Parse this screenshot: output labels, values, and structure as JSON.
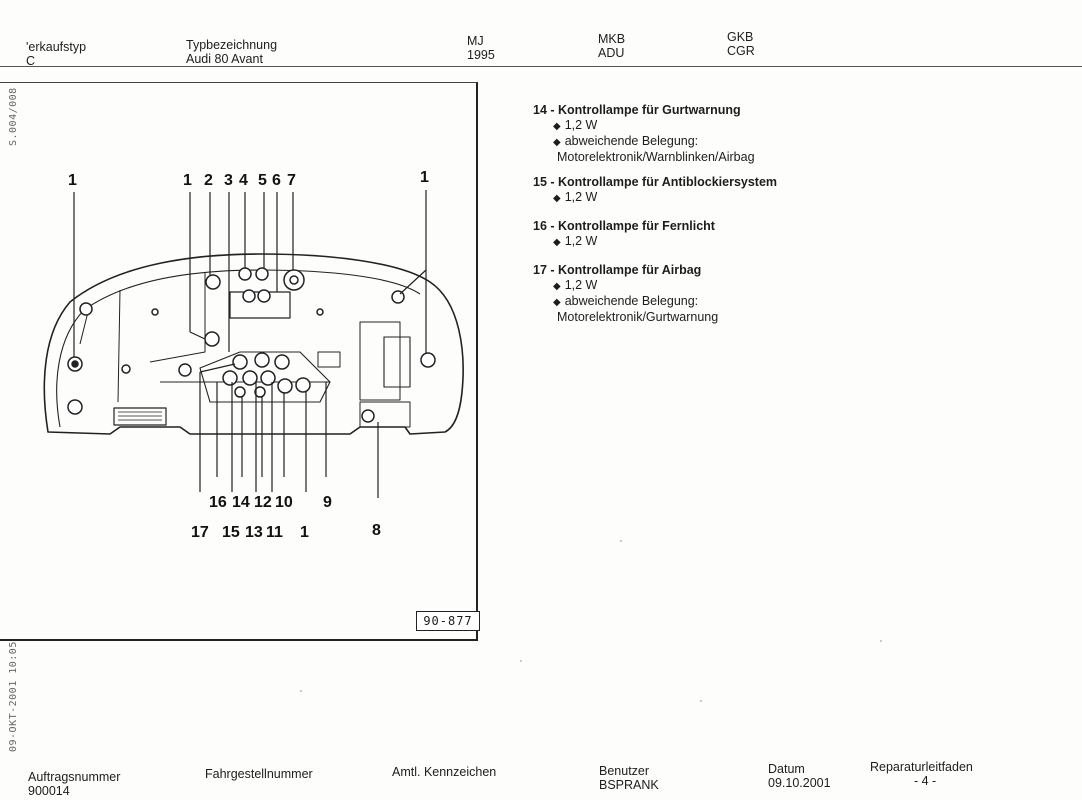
{
  "header": {
    "col1": {
      "label": "'erkaufstyp",
      "value": "C"
    },
    "col2": {
      "label": "Typbezeichnung",
      "value": "Audi 80 Avant"
    },
    "col3": {
      "label": "MJ",
      "value": "1995"
    },
    "col4": {
      "label": "MKB",
      "value": "ADU"
    },
    "col5": {
      "label": "GKB",
      "value": "CGR"
    }
  },
  "side_text": {
    "top": "S.004/008",
    "bottom": "09-OKT-2001 10:05"
  },
  "figure": {
    "code": "90-877",
    "numbers_top": [
      "1",
      "1",
      "2",
      "3",
      "4",
      "5",
      "6",
      "7",
      "1"
    ],
    "numbers_bottom_row1": [
      "16",
      "14",
      "12",
      "10",
      "9"
    ],
    "numbers_bottom_row2": [
      "17",
      "15",
      "13",
      "11",
      "1",
      "8"
    ]
  },
  "entries": [
    {
      "title": "14 - Kontrollampe für Gurtwarnung",
      "bullets": [
        "1,2 W",
        "abweichende Belegung:"
      ],
      "continuation": "Motorelektronik/Warnblinken/Airbag"
    },
    {
      "title": "15 - Kontrollampe für Antiblockiersystem",
      "bullets": [
        "1,2 W"
      ],
      "continuation": ""
    },
    {
      "title": "16 - Kontrollampe für Fernlicht",
      "bullets": [
        "1,2 W"
      ],
      "continuation": ""
    },
    {
      "title": "17 - Kontrollampe für Airbag",
      "bullets": [
        "1,2 W",
        "abweichende Belegung:"
      ],
      "continuation": "Motorelektronik/Gurtwarnung"
    }
  ],
  "footer": {
    "order": {
      "label": "Auftragsnummer",
      "value": "900014"
    },
    "chassis": {
      "label": "Fahrgestellnummer",
      "value": ""
    },
    "plate": {
      "label": "Amtl. Kennzeichen",
      "value": ""
    },
    "user": {
      "label": "Benutzer",
      "value": "BSPRANK"
    },
    "date": {
      "label": "Datum",
      "value": "09.10.2001"
    },
    "manual": {
      "label": "Reparaturleitfaden",
      "value": "- 4 -"
    }
  },
  "icons": {
    "bullet": "diamond-bullet-icon"
  }
}
